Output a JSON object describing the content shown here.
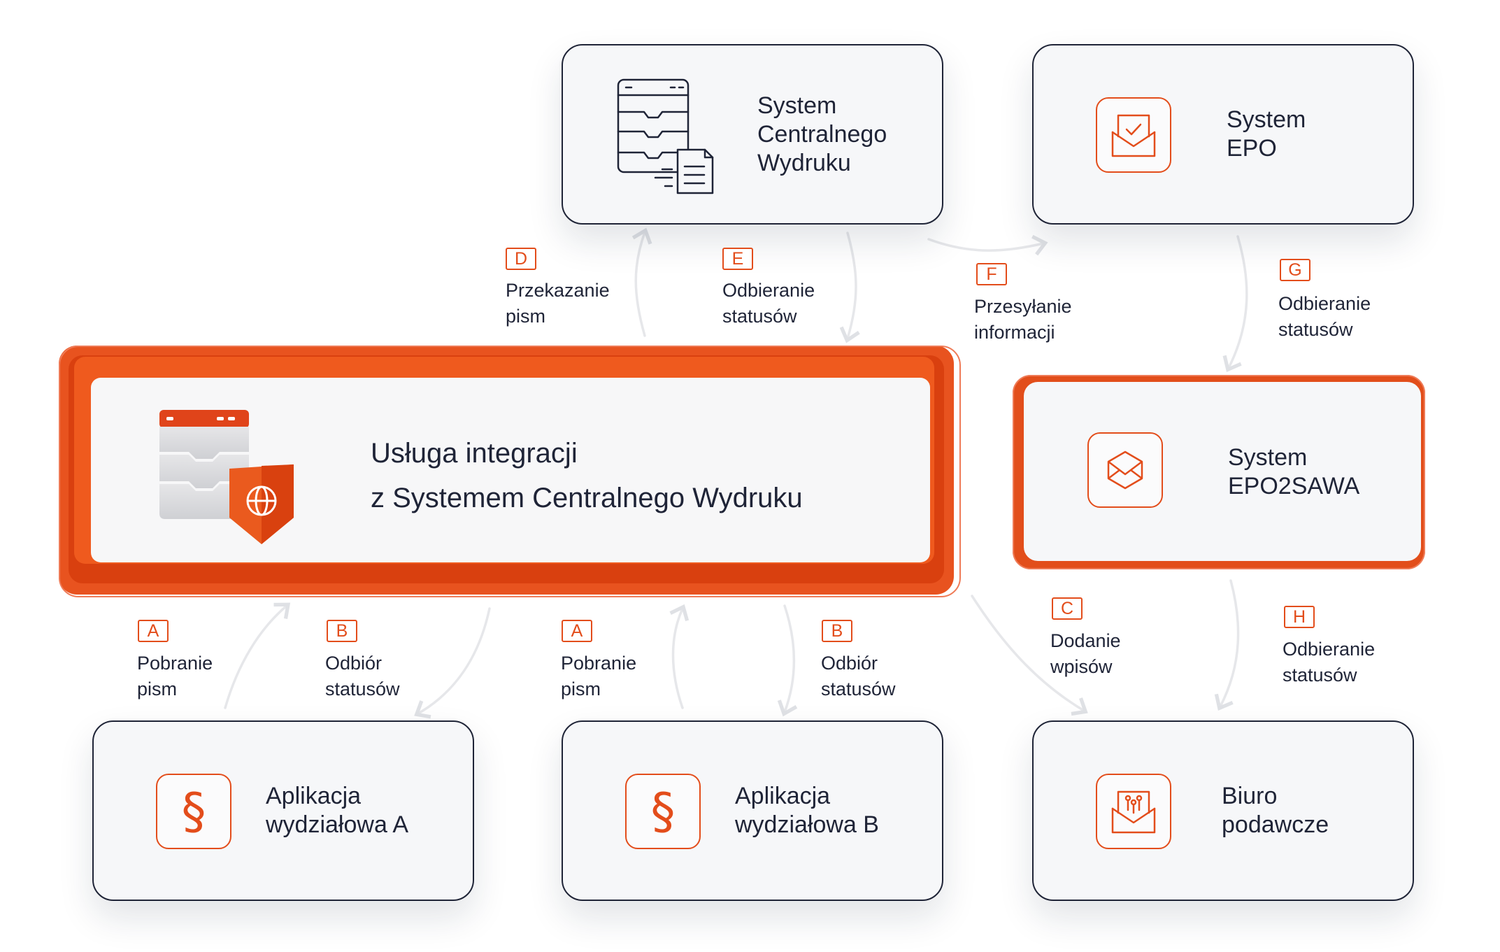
{
  "main": {
    "title": "Usługa integracji\nz Systemem Centralnego Wydruku"
  },
  "boxes": {
    "scw": {
      "title": "System\nCentralnego\nWydruku",
      "icon": "server-documents-icon"
    },
    "epo": {
      "title": "System\nEPO",
      "icon": "envelope-check-icon"
    },
    "epo2sawa": {
      "title": "System\nEPO2SAWA",
      "icon": "envelope-open-icon"
    },
    "app_a": {
      "title": "Aplikacja\nwydziałowa A",
      "icon": "paragraph-icon"
    },
    "app_b": {
      "title": "Aplikacja\nwydziałowa B",
      "icon": "paragraph-icon"
    },
    "biuro": {
      "title": "Biuro\npodawcze",
      "icon": "envelope-circuit-icon"
    }
  },
  "labels": {
    "d": {
      "letter": "D",
      "text": "Przekazanie\npism"
    },
    "e": {
      "letter": "E",
      "text": "Odbieranie\nstatusów"
    },
    "f": {
      "letter": "F",
      "text": "Przesyłanie\ninformacji"
    },
    "g": {
      "letter": "G",
      "text": "Odbieranie\nstatusów"
    },
    "a1": {
      "letter": "A",
      "text": "Pobranie\npism"
    },
    "b1": {
      "letter": "B",
      "text": "Odbiór\nstatusów"
    },
    "a2": {
      "letter": "A",
      "text": "Pobranie\npism"
    },
    "b2": {
      "letter": "B",
      "text": "Odbiór\nstatusów"
    },
    "c": {
      "letter": "C",
      "text": "Dodanie\nwpisów"
    },
    "h": {
      "letter": "H",
      "text": "Odbieranie\nstatusów"
    }
  },
  "colors": {
    "accent": "#e34d1b",
    "dark": "#1f2437",
    "arrow": "#e4e6ea",
    "panel": "#f6f7f9"
  }
}
